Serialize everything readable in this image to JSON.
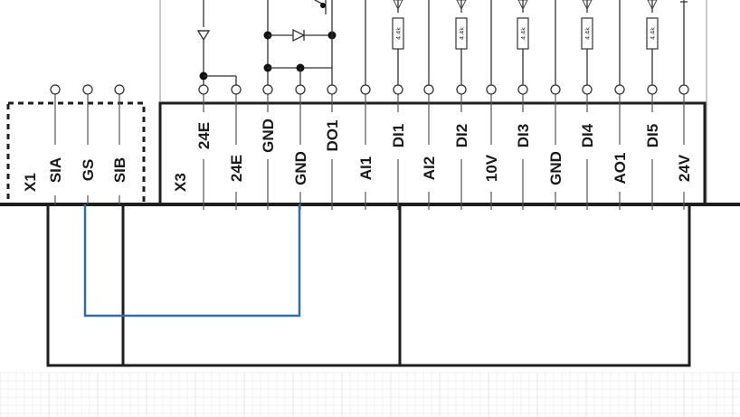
{
  "diagram": {
    "connectors": [
      {
        "name": "X1",
        "pins": [
          "SIA",
          "GS",
          "SIB"
        ]
      },
      {
        "name": "X3",
        "pins": [
          "24E",
          "24E",
          "GND",
          "GND",
          "DO1",
          "AI1",
          "DI1",
          "AI2",
          "DI2",
          "10V",
          "DI3",
          "GND",
          "DI4",
          "AO1",
          "DI5",
          "24V"
        ]
      }
    ],
    "resistor_value": "4.4k",
    "wire_colors": {
      "black": "#1e1e1e",
      "blue": "#2a6db0"
    }
  }
}
